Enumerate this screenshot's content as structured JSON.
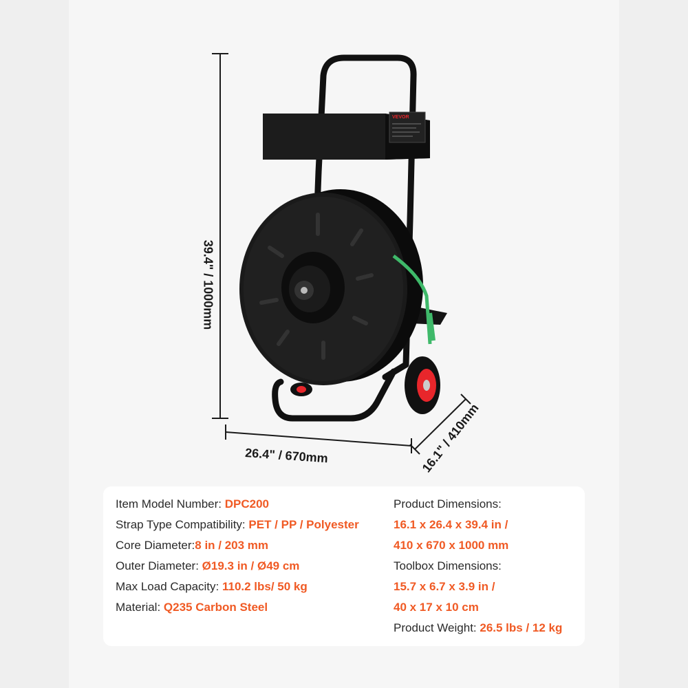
{
  "dimensions": {
    "height": "39.4\" / 1000mm",
    "width": "26.4\" / 670mm",
    "depth": "16.1\" / 410mm"
  },
  "toolbox_label": {
    "brand": "VEVOR"
  },
  "specs_left": [
    {
      "label": "Item Model Number: ",
      "value": "DPC200"
    },
    {
      "label": "Strap Type Compatibility: ",
      "value": "PET / PP / Polyester"
    },
    {
      "label": "Core Diameter:",
      "value": "8 in / 203 mm"
    },
    {
      "label": "Outer Diameter: ",
      "value": "Ø19.3 in / Ø49 cm"
    },
    {
      "label": "Max Load Capacity: ",
      "value": "110.2 lbs/ 50 kg"
    },
    {
      "label": "Material: ",
      "value": "Q235 Carbon Steel"
    }
  ],
  "specs_right": {
    "product_dimensions_label": "Product Dimensions:",
    "product_dimensions_line1": "16.1 x 26.4 x 39.4 in /",
    "product_dimensions_line2": "410 x 670 x 1000 mm",
    "toolbox_dimensions_label": "Toolbox Dimensions:",
    "toolbox_dimensions_line1": "15.7 x 6.7 x 3.9 in /",
    "toolbox_dimensions_line2": "40 x 17 x 10 cm",
    "weight_label": "Product Weight: ",
    "weight_value": "26.5 lbs / 12 kg"
  },
  "colors": {
    "accent": "#f05a24",
    "strap": "#3fb96a",
    "wheel_hub": "#e8262b",
    "background": "#f6f6f6"
  }
}
